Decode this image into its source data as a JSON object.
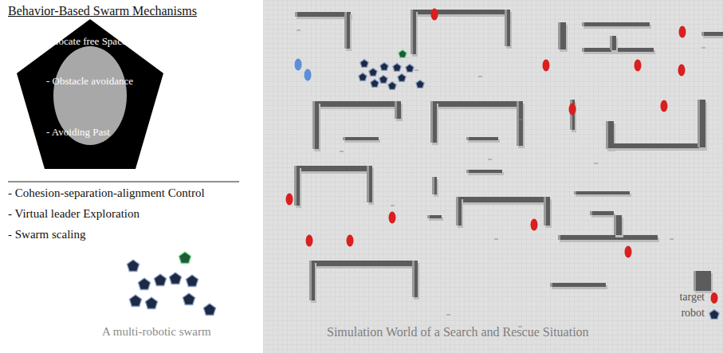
{
  "diagram": {
    "title": "Behavior-Based Swarm Mechanisms",
    "nodes": [
      {
        "text": [
          "- Locate free Space",
          "- Obstacle avoidance",
          "- Avoiding Past"
        ]
      }
    ],
    "edges": [],
    "labels": [
      "- Cohesion-separation-alignment Control",
      "- Virtual leader Exploration",
      "- Swarm scaling",
      "A multi-robotic swarm",
      "Simulation World of a Search and Rescue Situation"
    ],
    "legend": [
      {
        "text": "target"
      },
      {
        "text": "robot"
      }
    ]
  }
}
